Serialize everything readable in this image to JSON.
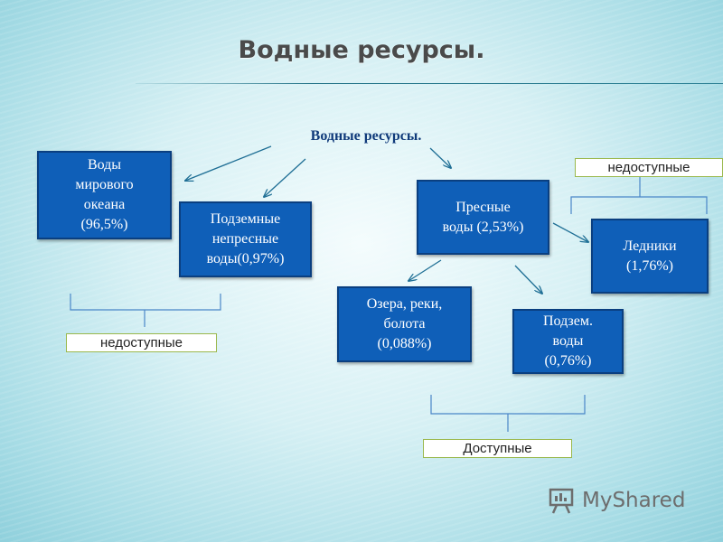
{
  "title": "Водные ресурсы.",
  "subtitle": "Водные ресурсы.",
  "nodes": {
    "ocean": "Воды\nмирового\nокеана\n(96,5%)",
    "underground_nonfresh": "Подземные\nнепресные\nводы(0,97%)",
    "fresh": "Пресные\nводы (2,53%)",
    "glaciers": "Ледники\n(1,76%)",
    "lakes": "Озера, реки,\nболота\n(0,088%)",
    "underground_fresh": "Подзем.\nводы\n(0,76%)"
  },
  "tags": {
    "left_inaccessible": "недоступные",
    "right_inaccessible": "недоступные",
    "accessible": "Доступные"
  },
  "watermark": {
    "brand": "MyShared",
    "icon": "presentation-board-icon"
  },
  "colors": {
    "node_fill": "#0f5fb8",
    "node_border": "#0a3f80",
    "title": "#4a4a4a",
    "subtitle": "#0f3a7a",
    "arrow": "#1f6f95",
    "bracket": "#4a86c8",
    "tag_border": "#9ab84c"
  }
}
